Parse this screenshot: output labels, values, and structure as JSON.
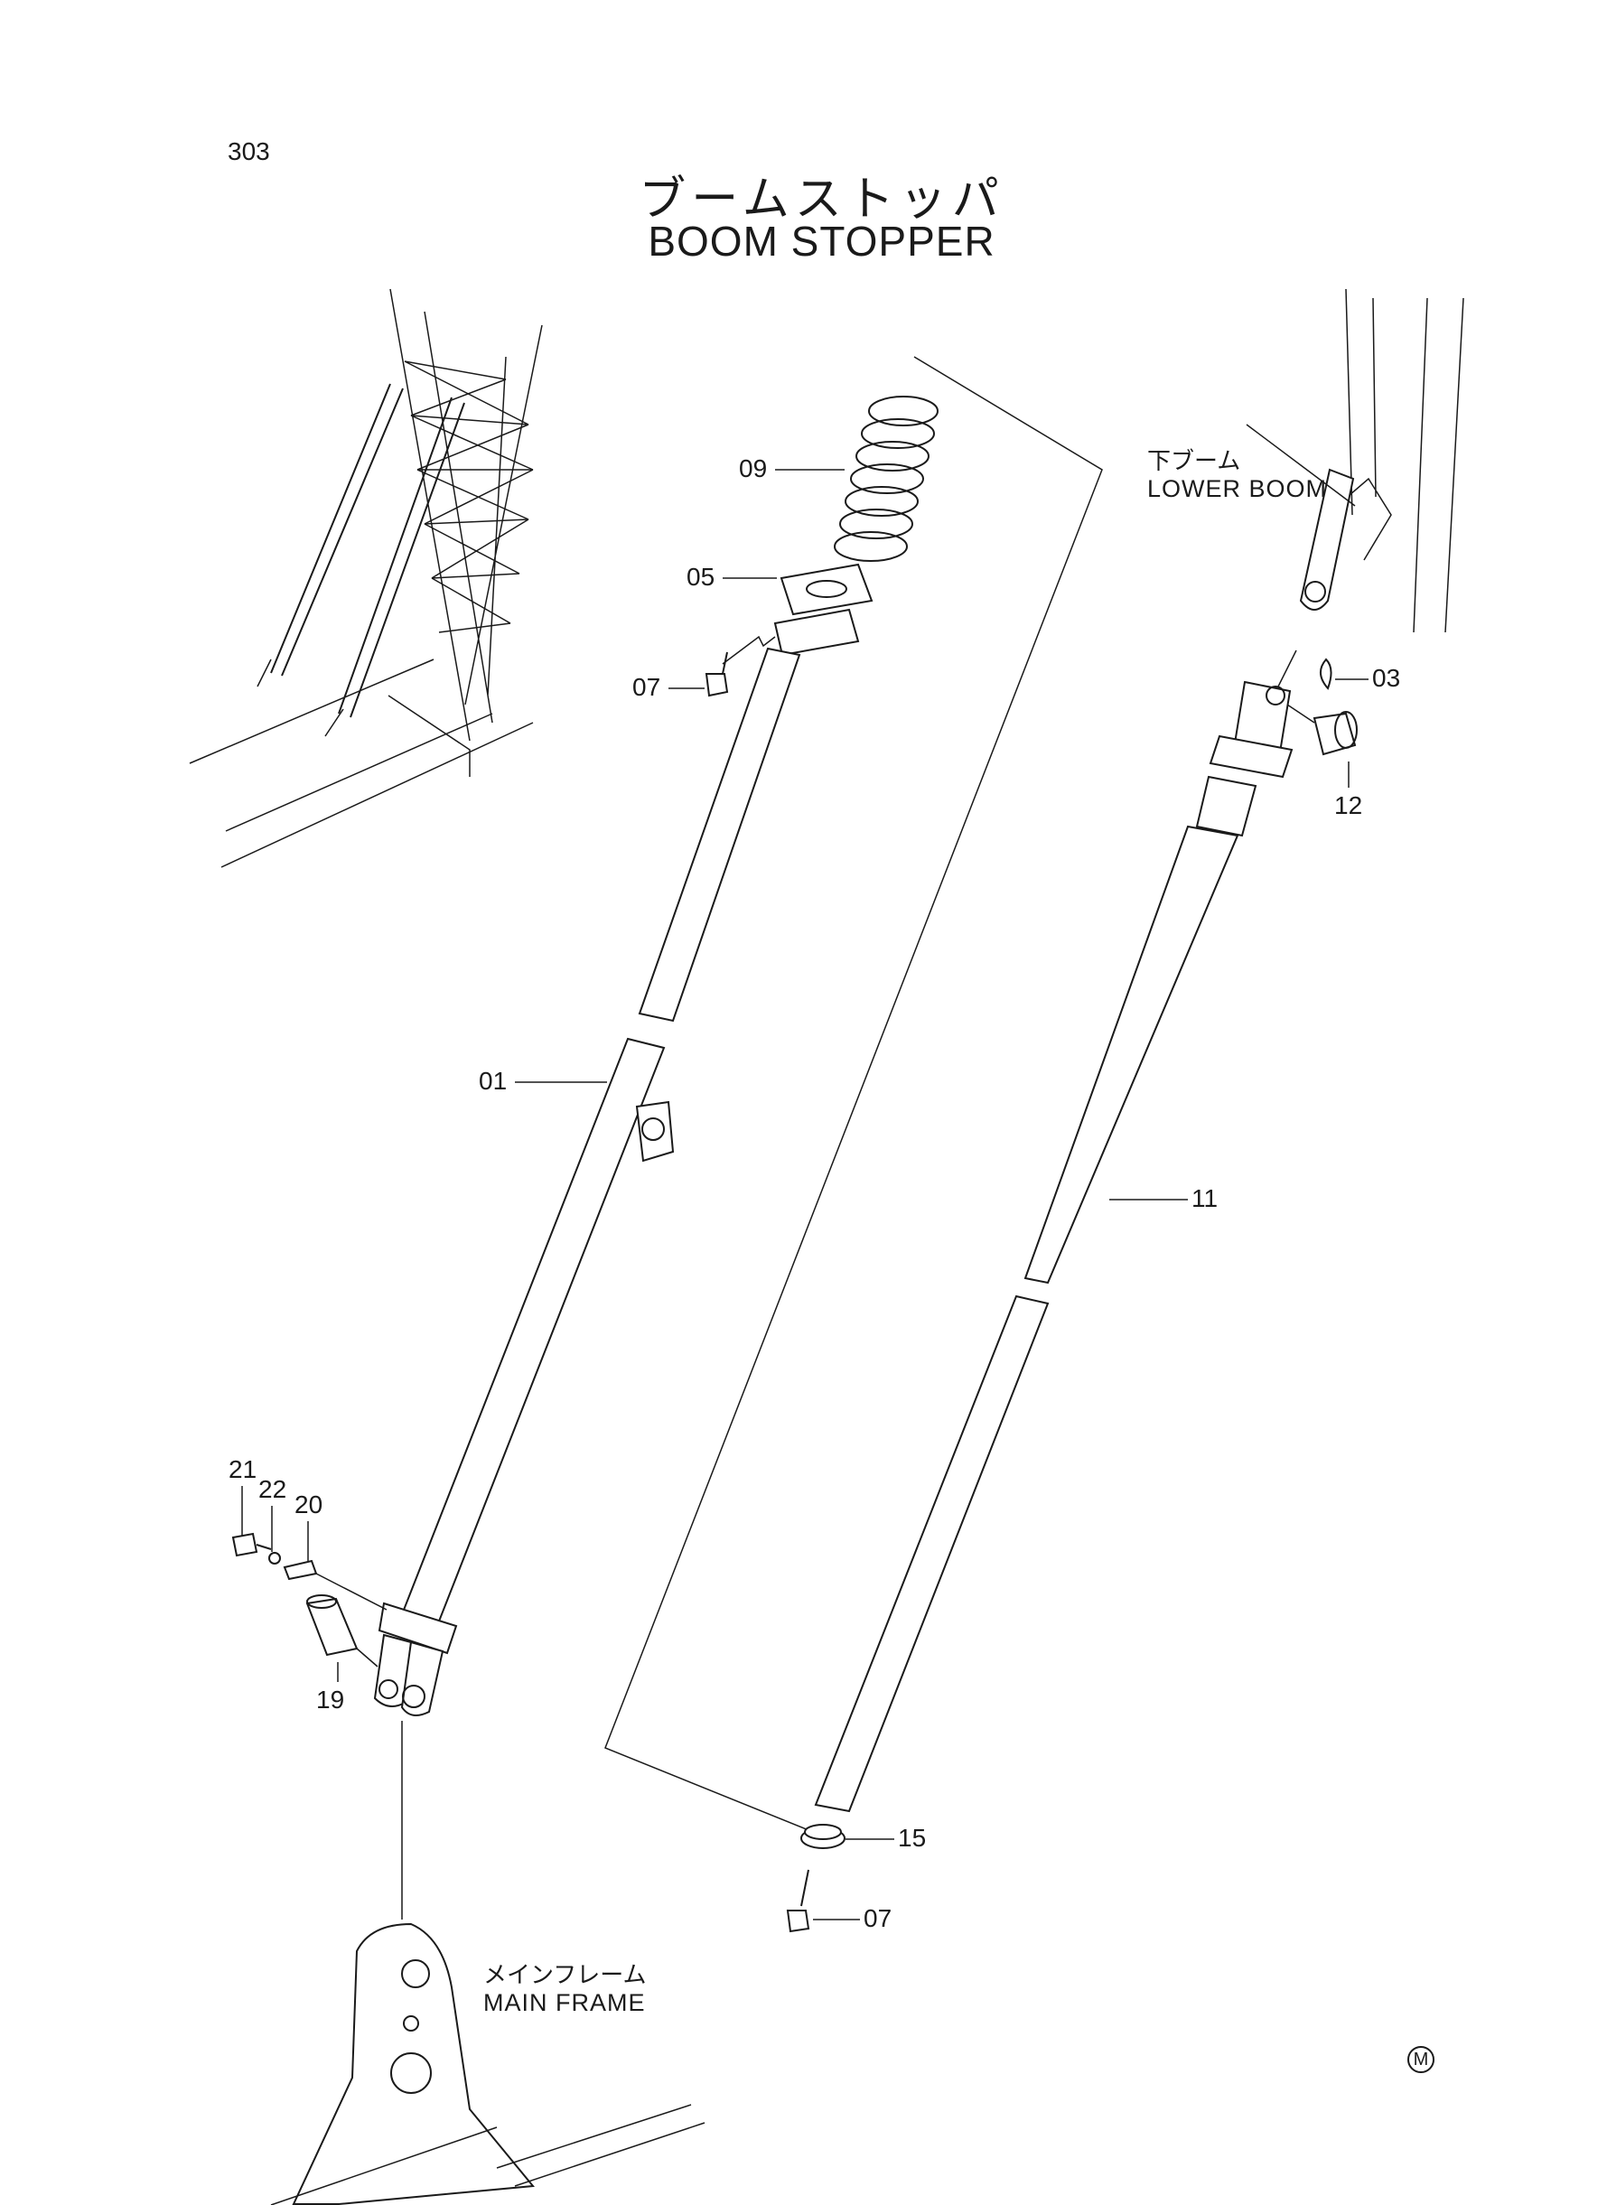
{
  "page": {
    "number": "303",
    "title_jp": "ブームストッパ",
    "title_en": "BOOM STOPPER"
  },
  "references": {
    "lower_boom_jp": "下ブーム",
    "lower_boom_en": "LOWER BOOM",
    "main_frame_jp": "メインフレーム",
    "main_frame_en": "MAIN FRAME"
  },
  "callouts": {
    "p09": "09",
    "p05": "05",
    "p07a": "07",
    "p01": "01",
    "p03": "03",
    "p12": "12",
    "p11": "11",
    "p21": "21",
    "p22": "22",
    "p20": "20",
    "p19": "19",
    "p15": "15",
    "p07b": "07"
  },
  "marks": {
    "circle_m": "M"
  }
}
